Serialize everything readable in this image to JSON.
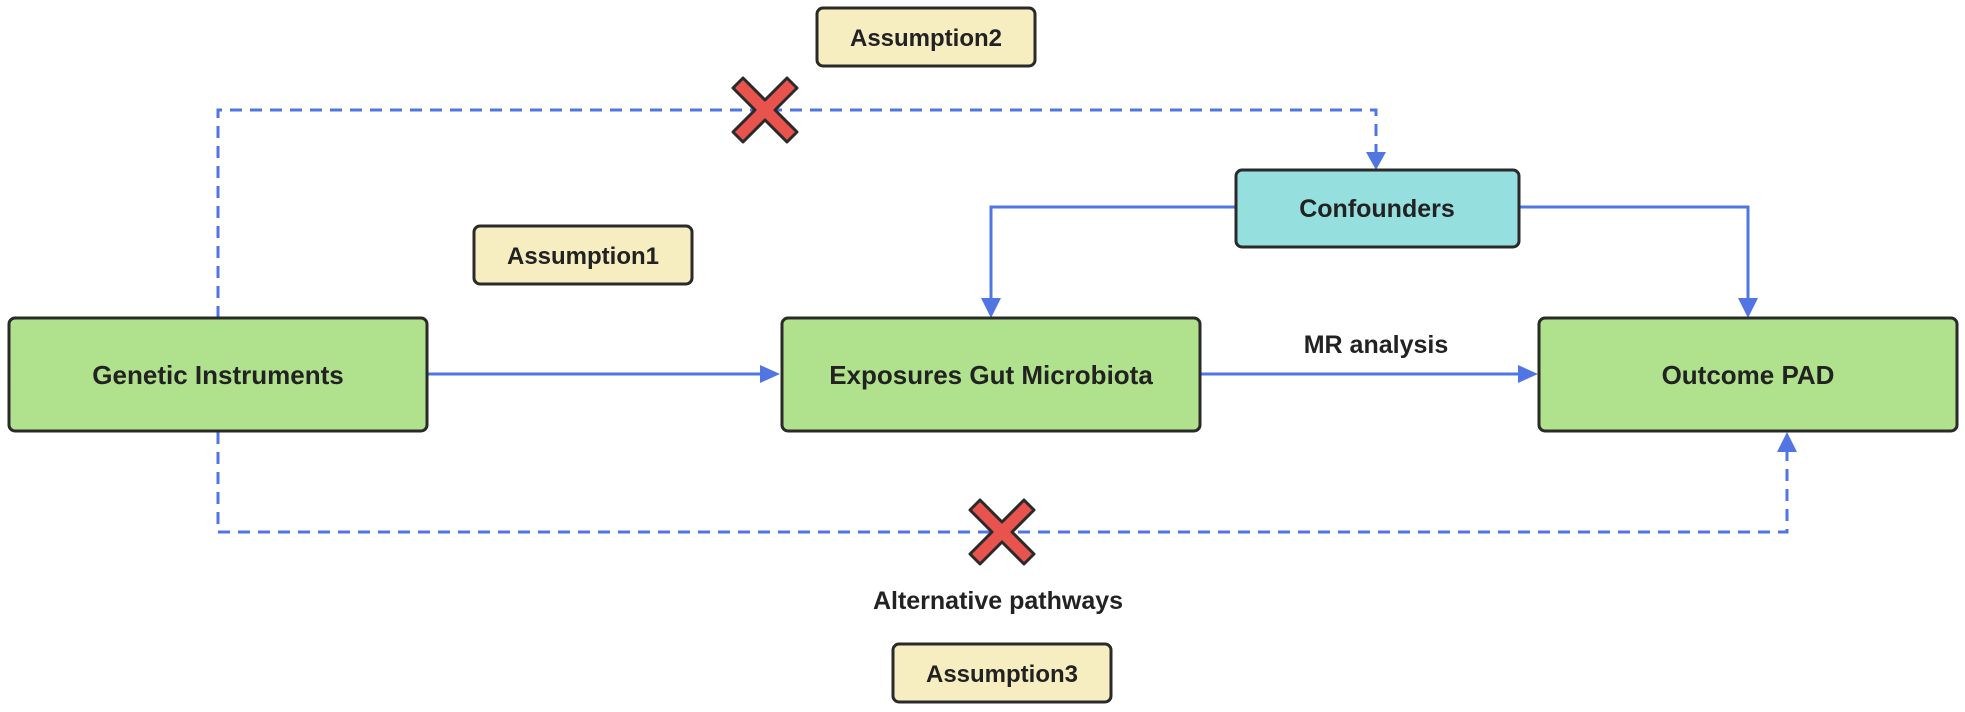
{
  "colors": {
    "edge": "#5275E4",
    "main_box_fill": "#B0E28E",
    "confounder_fill": "#95DFDF",
    "assumption_fill": "#F6EDC1",
    "box_stroke": "#2A2A2A",
    "cross_fill": "#E9534E",
    "text": "#222222"
  },
  "nodes": {
    "genetic": "Genetic Instruments",
    "exposure": "Exposures Gut Microbiota",
    "outcome": "Outcome PAD",
    "confounders": "Confounders"
  },
  "assumptions": {
    "a1": "Assumption1",
    "a2": "Assumption2",
    "a3": "Assumption3"
  },
  "edge_labels": {
    "mr": "MR analysis",
    "alt": "Alternative pathways"
  },
  "icons": {
    "blocked_path": "cross-icon"
  }
}
